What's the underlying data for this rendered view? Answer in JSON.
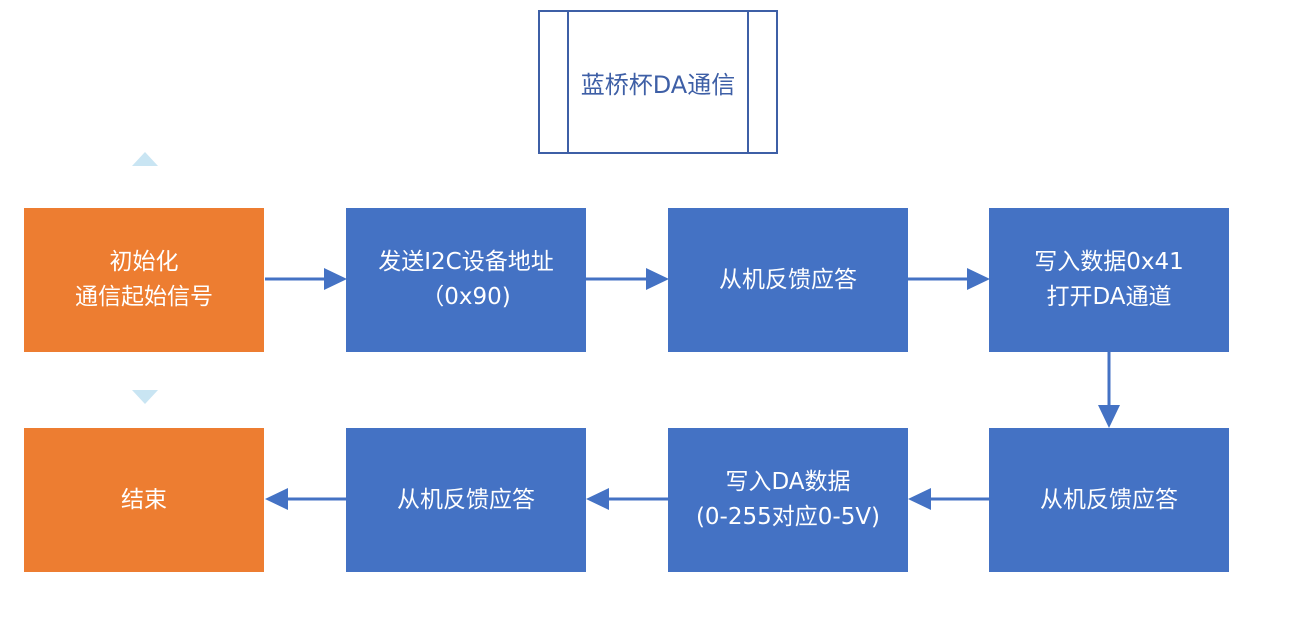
{
  "title": "蓝桥杯DA通信",
  "nodes": {
    "init": "初始化\n通信起始信号",
    "send_addr": "发送I2C设备地址\n（0x90)",
    "ack1": "从机反馈应答",
    "write_ctrl": "写入数据0x41\n打开DA通道",
    "ack2": "从机反馈应答",
    "write_da": "写入DA数据\n(0-255对应0-5V)",
    "ack3": "从机反馈应答",
    "end": "结束"
  },
  "colors": {
    "process": "#4472C4",
    "terminal": "#ED7D31",
    "title_border": "#3E5FA6",
    "hint_triangle": "#C9E5F3"
  }
}
